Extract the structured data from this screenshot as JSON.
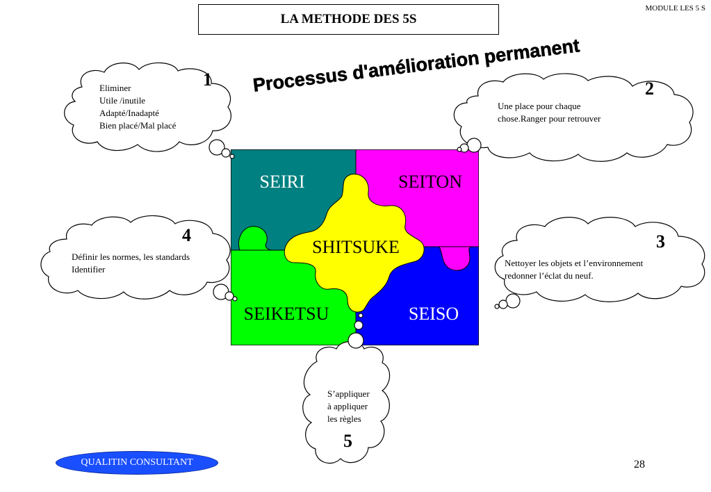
{
  "header": {
    "title": "LA METHODE DES 5S",
    "module_label": "MODULE LES 5 S"
  },
  "subtitle": "Processus d'amélioration permanent",
  "puzzle": {
    "seiri": "SEIRI",
    "seiton": "SEITON",
    "seiso": "SEISO",
    "seiketsu": "SEIKETSU",
    "shitsuke": "SHITSUKE",
    "colors": {
      "seiri": "#008080",
      "seiton": "#ff00ff",
      "seiso": "#0000ff",
      "seiketsu": "#00ff00",
      "shitsuke": "#ffff00"
    }
  },
  "clouds": [
    {
      "number": "1",
      "text": "Eliminer\nUtile /inutile\nAdapté/Inadapté\nBien placé/Mal placé"
    },
    {
      "number": "2",
      "text": "Une place pour chaque\nchose.Ranger pour retrouver"
    },
    {
      "number": "3",
      "text": "Nettoyer les objets et l’environnement\nredonner l’éclat du neuf."
    },
    {
      "number": "4",
      "text": "Définir les normes, les standards\nIdentifier"
    },
    {
      "number": "5",
      "text": "S’appliquer\nà appliquer\nles règles"
    }
  ],
  "footer": {
    "company": "QUALITIN CONSULTANT",
    "page_number": "28"
  }
}
